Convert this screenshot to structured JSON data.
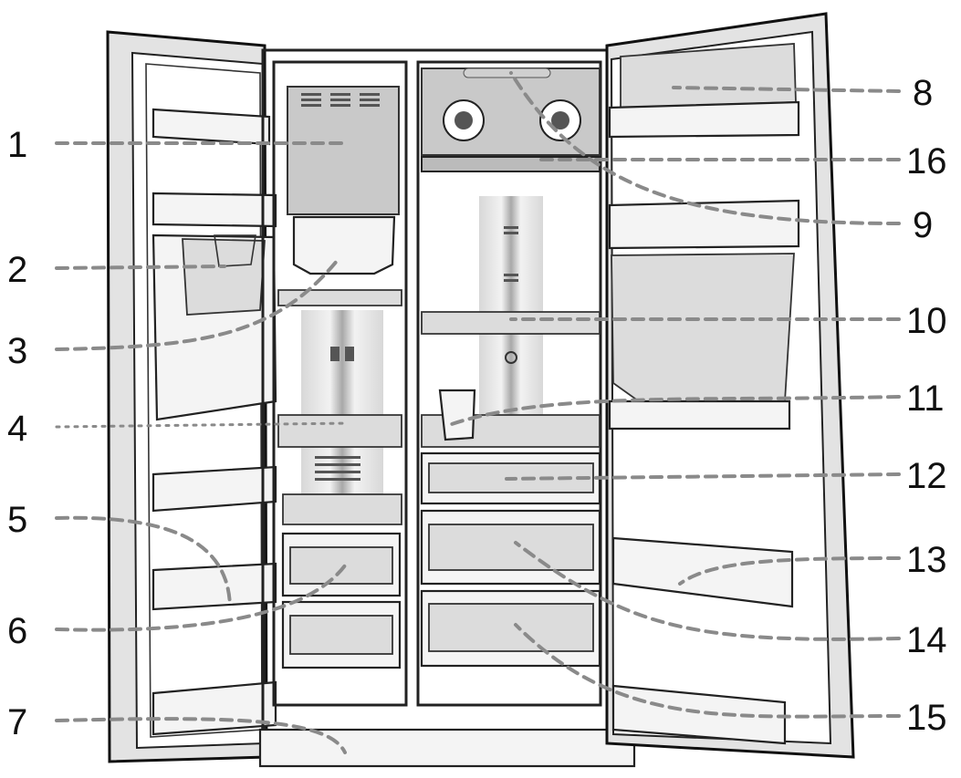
{
  "callouts": [
    {
      "id": "1",
      "label": "1"
    },
    {
      "id": "2",
      "label": "2"
    },
    {
      "id": "3",
      "label": "3"
    },
    {
      "id": "4",
      "label": "4"
    },
    {
      "id": "5",
      "label": "5"
    },
    {
      "id": "6",
      "label": "6"
    },
    {
      "id": "7",
      "label": "7"
    },
    {
      "id": "8",
      "label": "8"
    },
    {
      "id": "16",
      "label": "16"
    },
    {
      "id": "9",
      "label": "9"
    },
    {
      "id": "10",
      "label": "10"
    },
    {
      "id": "11",
      "label": "11"
    },
    {
      "id": "12",
      "label": "12"
    },
    {
      "id": "13",
      "label": "13"
    },
    {
      "id": "14",
      "label": "14"
    },
    {
      "id": "15",
      "label": "15"
    }
  ]
}
